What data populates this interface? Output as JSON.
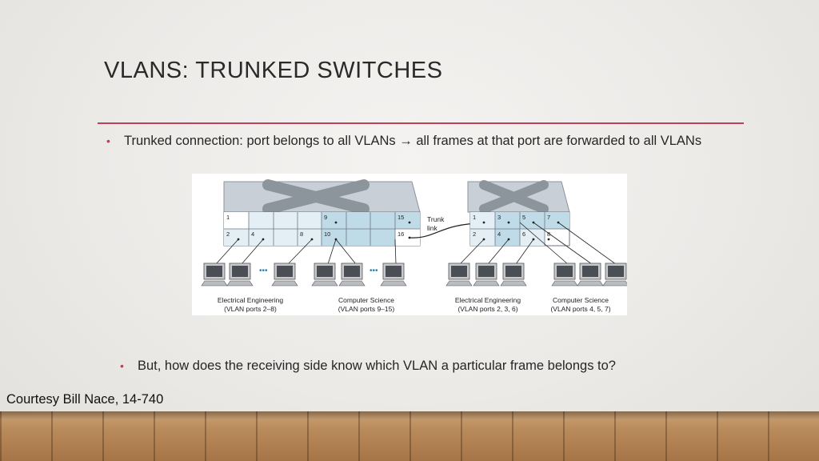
{
  "slide": {
    "title": "VLANS: TRUNKED SWITCHES",
    "bullet1": "Trunked connection: port belongs to all VLANs → all frames at that port are forwarded to all VLANs",
    "bullet2": "But, how does the receiving side know which VLAN a particular frame belongs to?",
    "courtesy": "Courtesy Bill Nace, 14-740",
    "accent_color": "#c0405a"
  },
  "figure": {
    "left_switch": {
      "top_ports": [
        "1",
        "9",
        "15"
      ],
      "bottom_ports": [
        "2",
        "4",
        "8",
        "10",
        "16"
      ]
    },
    "right_switch": {
      "top_ports": [
        "1",
        "3",
        "5",
        "7"
      ],
      "bottom_ports": [
        "2",
        "4",
        "6",
        "8"
      ]
    },
    "trunk_label_line1": "Trunk",
    "trunk_label_line2": "link",
    "ellipsis": "•••",
    "groups": [
      {
        "name": "Electrical Engineering",
        "ports": "(VLAN ports 2–8)"
      },
      {
        "name": "Computer Science",
        "ports": "(VLAN ports 9–15)"
      },
      {
        "name": "Electrical Engineering",
        "ports": "(VLAN ports 2, 3, 6)"
      },
      {
        "name": "Computer Science",
        "ports": "(VLAN ports 4, 5, 7)"
      }
    ]
  }
}
